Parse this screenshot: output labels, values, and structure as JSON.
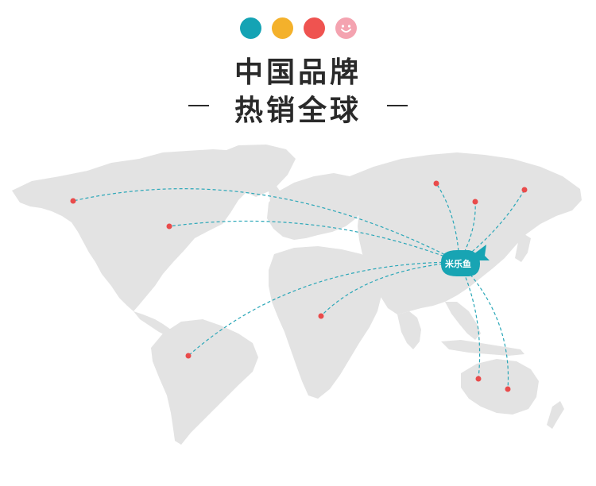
{
  "header": {
    "line1": "中国品牌",
    "line2": "热销全球",
    "dot_colors": [
      "#14a3b4",
      "#f4b12b",
      "#ef5350",
      "#f4a3b0"
    ],
    "smiley_icon": "smiley-face-icon"
  },
  "map": {
    "land_color": "#e3e3e3",
    "route_color": "#2aa7b8",
    "marker_color": "#e94b4b",
    "hub_color": "#18a4b3",
    "hub_label": "米乐鱼"
  }
}
